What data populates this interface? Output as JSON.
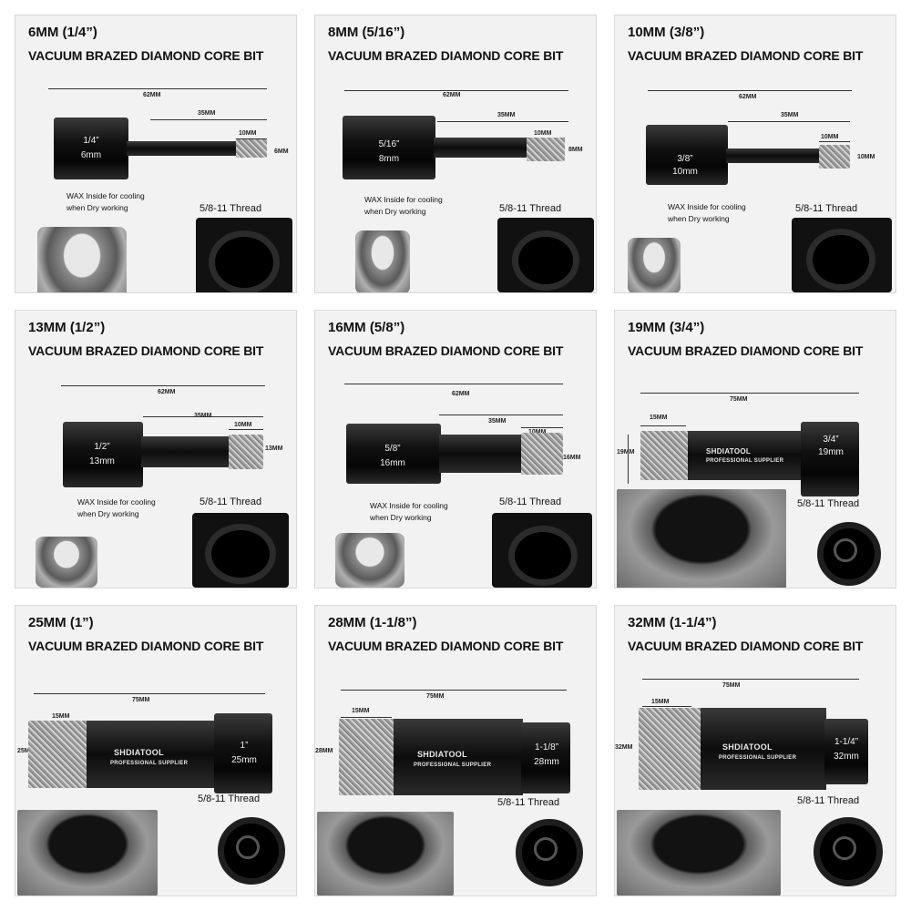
{
  "product_title": "VACUUM BRAZED DIAMOND CORE BIT",
  "brand": "SHDIATOOL",
  "brand_sub": "PROFESSIONAL SUPPLIER",
  "wax_note_line1": "WAX  Inside for cooling",
  "wax_note_line2": "when Dry working",
  "thread_label": "5/8-11 Thread",
  "panels": [
    {
      "size": "6MM (1/4”)",
      "inch": "1/4”",
      "mm": "6mm",
      "total": "62MM",
      "mid": "35MM",
      "tip": "10MM",
      "dia": "6MM"
    },
    {
      "size": "8MM (5/16”)",
      "inch": "5/16”",
      "mm": "8mm",
      "total": "62MM",
      "mid": "35MM",
      "tip": "10MM",
      "dia": "8MM"
    },
    {
      "size": "10MM (3/8”)",
      "inch": "3/8”",
      "mm": "10mm",
      "total": "62MM",
      "mid": "35MM",
      "tip": "10MM",
      "dia": "10MM"
    },
    {
      "size": "13MM (1/2”)",
      "inch": "1/2”",
      "mm": "13mm",
      "total": "62MM",
      "mid": "35MM",
      "tip": "10MM",
      "dia": "13MM"
    },
    {
      "size": "16MM (5/8”)",
      "inch": "5/8”",
      "mm": "16mm",
      "total": "62MM",
      "mid": "35MM",
      "tip": "10MM",
      "dia": "16MM"
    },
    {
      "size": "19MM (3/4”)",
      "inch": "3/4”",
      "mm": "19mm",
      "total": "75MM",
      "tip": "15MM",
      "dia": "19MM"
    },
    {
      "size": "25MM (1”)",
      "inch": "1”",
      "mm": "25mm",
      "total": "75MM",
      "tip": "15MM",
      "dia": "25MM"
    },
    {
      "size": "28MM (1-1/8”)",
      "inch": "1-1/8”",
      "mm": "28mm",
      "total": "75MM",
      "tip": "15MM",
      "dia": "28MM"
    },
    {
      "size": "32MM (1-1/4”)",
      "inch": "1-1/4”",
      "mm": "32mm",
      "total": "75MM",
      "tip": "15MM",
      "dia": "32MM"
    }
  ]
}
